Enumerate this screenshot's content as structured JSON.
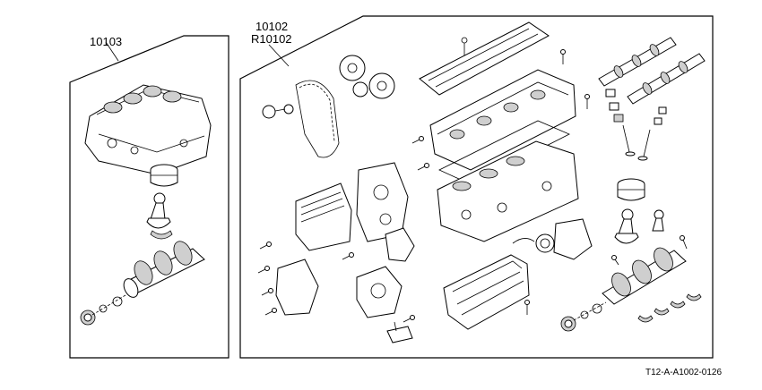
{
  "callouts": {
    "short_block": "10103",
    "long_block_1": "10102",
    "long_block_2": "R10102"
  },
  "reference_code": "T12-A-A1002-0126"
}
